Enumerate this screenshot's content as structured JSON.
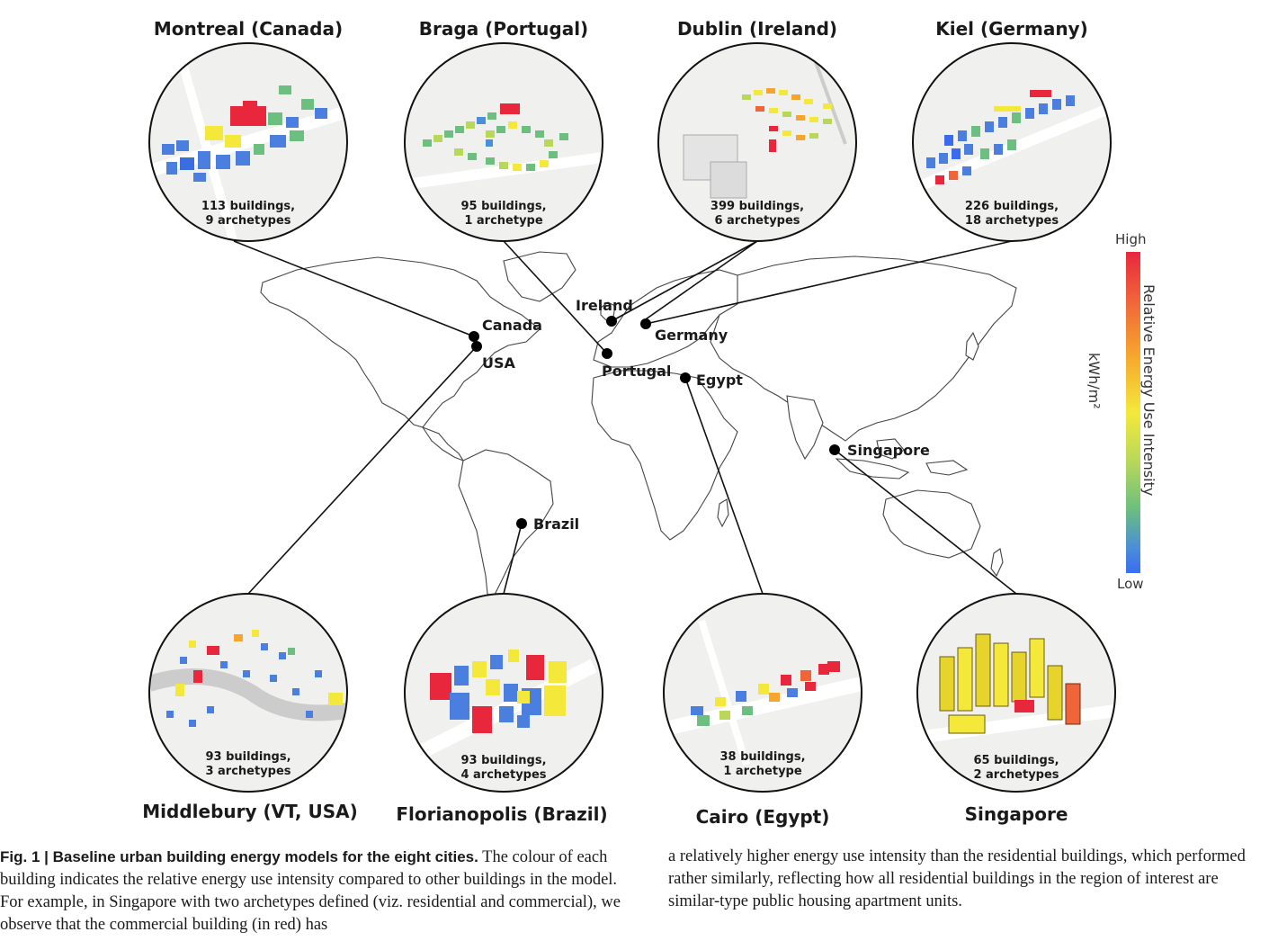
{
  "figure": {
    "cities": [
      {
        "id": "montreal",
        "title": "Montreal (Canada)",
        "caption_line1": "113 buildings,",
        "caption_line2": "9 archetypes"
      },
      {
        "id": "braga",
        "title": "Braga (Portugal)",
        "caption_line1": "95 buildings,",
        "caption_line2": "1 archetype"
      },
      {
        "id": "dublin",
        "title": "Dublin (Ireland)",
        "caption_line1": "399 buildings,",
        "caption_line2": "6 archetypes"
      },
      {
        "id": "kiel",
        "title": "Kiel (Germany)",
        "caption_line1": "226 buildings,",
        "caption_line2": "18 archetypes"
      },
      {
        "id": "middlebury",
        "title": "Middlebury (VT, USA)",
        "caption_line1": "93 buildings,",
        "caption_line2": "3 archetypes"
      },
      {
        "id": "florianopolis",
        "title": "Florianopolis (Brazil)",
        "caption_line1": "93 buildings,",
        "caption_line2": "4 archetypes"
      },
      {
        "id": "cairo",
        "title": "Cairo (Egypt)",
        "caption_line1": "38 buildings,",
        "caption_line2": "1 archetype"
      },
      {
        "id": "singapore",
        "title": "Singapore",
        "caption_line1": "65 buildings,",
        "caption_line2": "2 archetypes"
      }
    ],
    "map_labels": {
      "canada": "Canada",
      "usa": "USA",
      "ireland": "Ireland",
      "germany": "Germany",
      "portugal": "Portugal",
      "egypt": "Egypt",
      "singapore": "Singapore",
      "brazil": "Brazil"
    },
    "legend": {
      "high": "High",
      "low": "Low",
      "title": "Relative Energy Use Intensity",
      "unit": "kWh/m²",
      "colors": [
        "#e8273d",
        "#f0643a",
        "#f6a52e",
        "#f4e93a",
        "#b9d85a",
        "#6cbf7e",
        "#4a8fd8",
        "#3b6cf0"
      ]
    }
  },
  "caption": {
    "bold_lead": "Fig. 1 | Baseline urban building energy models for the eight cities.",
    "left_text": " The colour of each building indicates the relative energy use intensity compared to other buildings in the model. For example, in Singapore with two archetypes defined (viz. residential and commercial), we observe that the commercial building (in red) has",
    "right_text": "a relatively higher energy use intensity than the residential buildings, which performed rather similarly, reflecting how all residential buildings in the region of interest are similar-type public housing apartment units."
  }
}
